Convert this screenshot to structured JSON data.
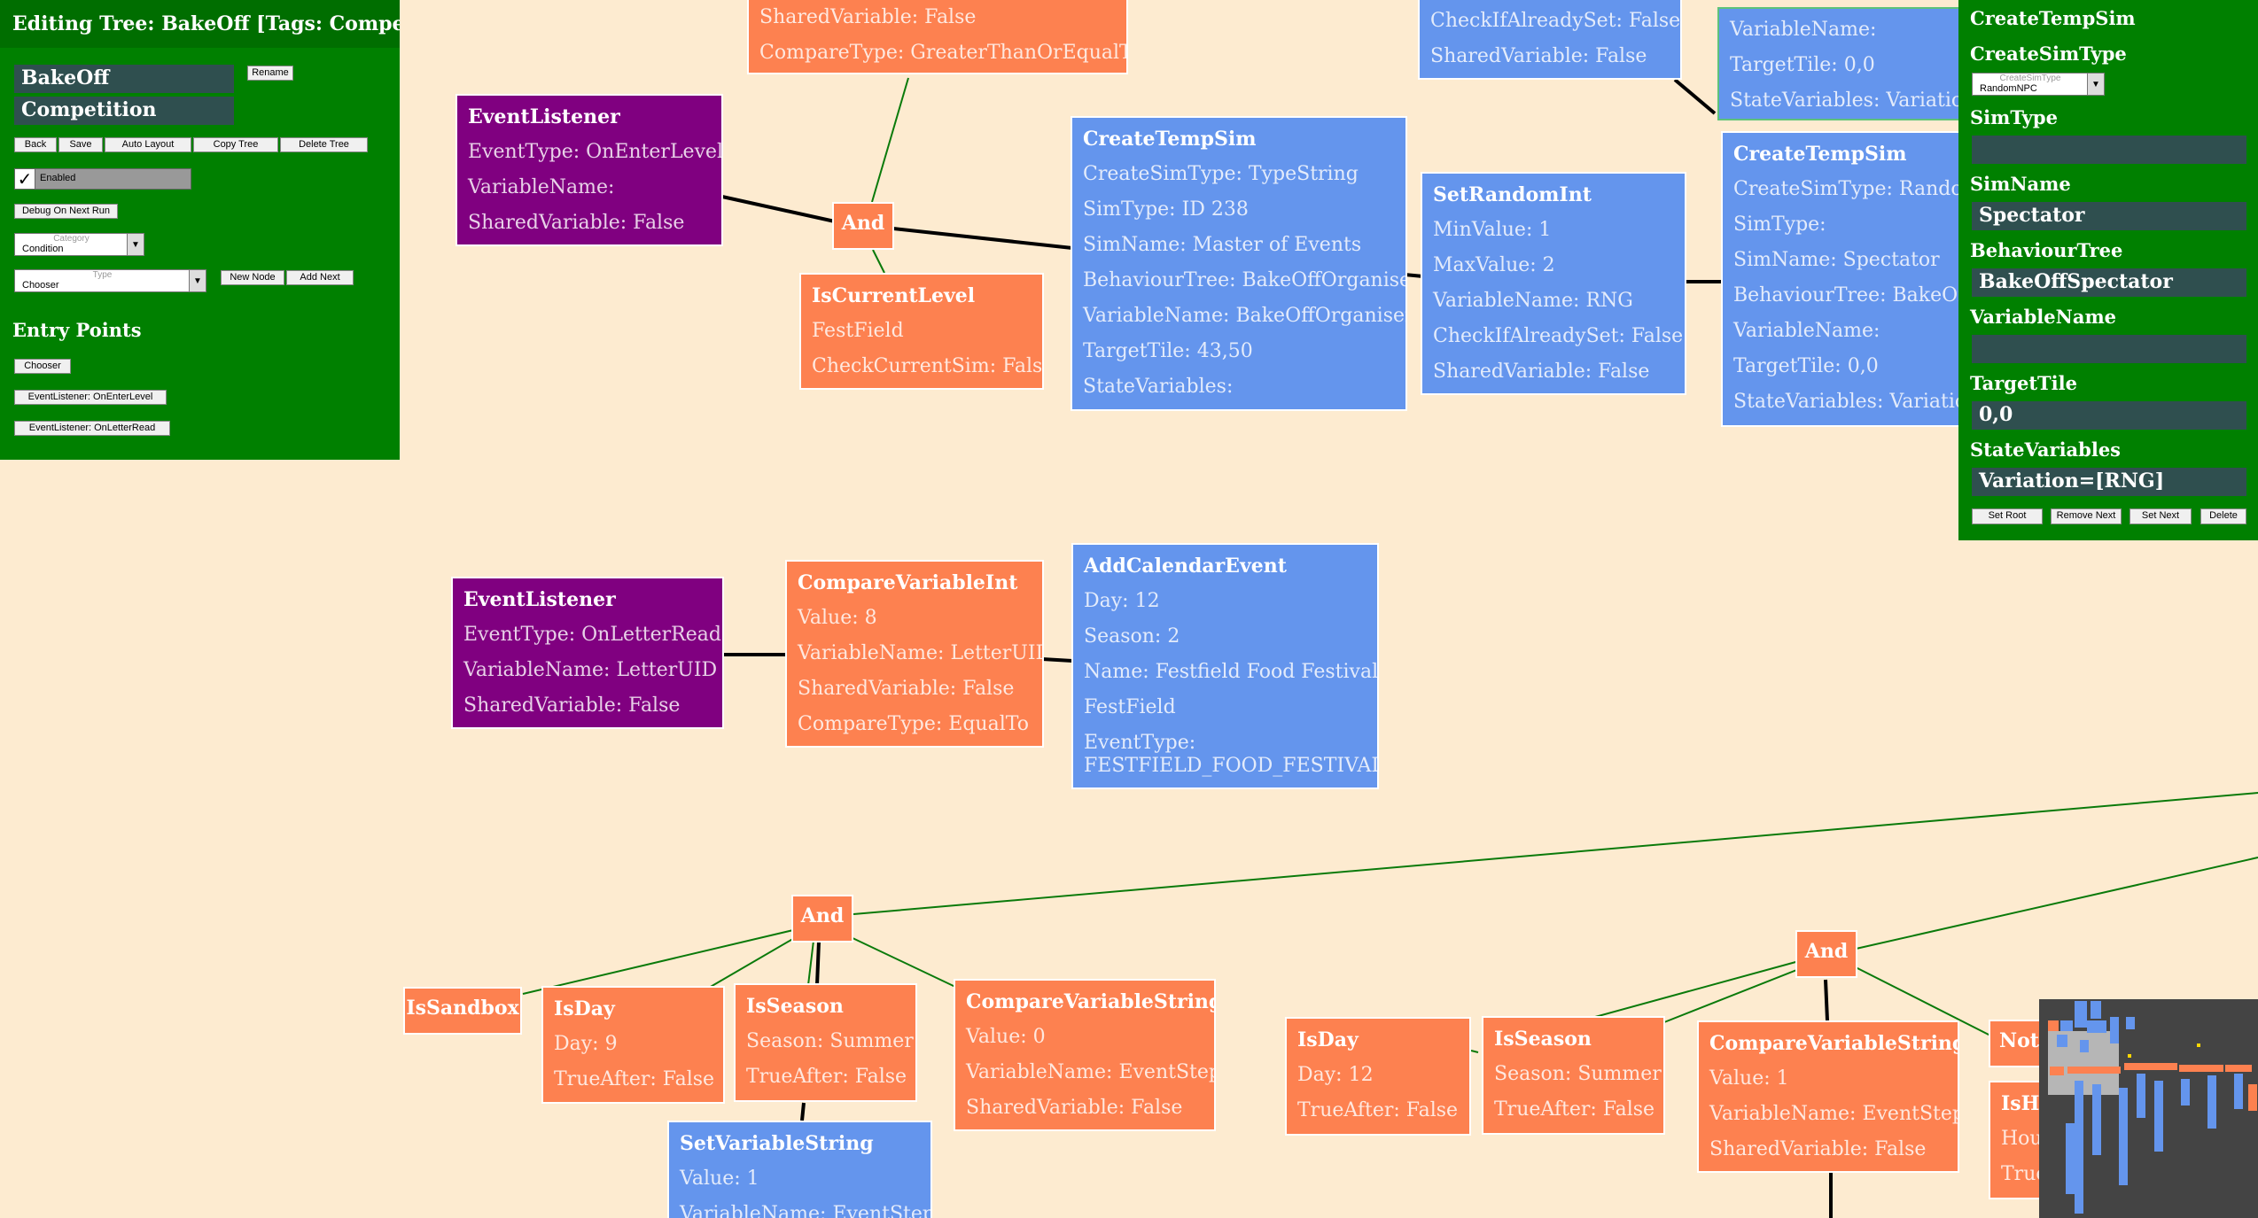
{
  "left_panel": {
    "title": "Editing Tree: BakeOff [Tags: Competition]",
    "tree_name": "BakeOff",
    "tag": "Competition",
    "rename_button": "Rename",
    "toolbar": [
      "Back",
      "Save",
      "Auto Layout",
      "Copy Tree",
      "Delete Tree"
    ],
    "enabled_label": "Enabled",
    "debug_button": "Debug On Next Run",
    "category": {
      "placeholder": "Category",
      "value": "Condition"
    },
    "type": {
      "placeholder": "Type",
      "value": "Chooser"
    },
    "new_node_button": "New Node",
    "add_next_button": "Add Next",
    "entry_points_heading": "Entry Points",
    "entry_points": [
      "Chooser",
      "EventListener: OnEnterLevel",
      "EventListener: OnLetterRead"
    ]
  },
  "right_panel": {
    "title": "CreateTempSim",
    "create_sim_type_label": "CreateSimType",
    "create_sim_type_dropdown": {
      "placeholder": "CreateSimType",
      "value": "RandomNPC"
    },
    "sim_type_label": "SimType",
    "sim_type_value": "",
    "sim_name_label": "SimName",
    "sim_name_value": "Spectator",
    "behaviour_tree_label": "BehaviourTree",
    "behaviour_tree_value": "BakeOffSpectator",
    "variable_name_label": "VariableName",
    "variable_name_value": "",
    "target_tile_label": "TargetTile",
    "target_tile_value": "0,0",
    "state_variables_label": "StateVariables",
    "state_variables_value": "Variation=[RNG]",
    "buttons": [
      "Set Root",
      "Remove Next",
      "Set Next",
      "Delete"
    ]
  },
  "nodes": {
    "top_partial": {
      "lines": [
        "SharedVariable: False",
        "CompareType: GreaterThanOrEqualTo"
      ]
    },
    "top_blue_partial": {
      "lines": [
        "CheckIfAlreadySet: False",
        "SharedVariable: False"
      ]
    },
    "top_right_partial": {
      "lines": [
        "VariableName:",
        "TargetTile: 0,0",
        "StateVariables: Variation="
      ]
    },
    "event_listener_1": {
      "title": "EventListener",
      "lines": [
        "EventType: OnEnterLevel",
        "VariableName:",
        "SharedVariable: False"
      ]
    },
    "and_1": {
      "title": "And"
    },
    "is_current_level": {
      "title": "IsCurrentLevel",
      "lines": [
        "FestField",
        "CheckCurrentSim: False"
      ]
    },
    "create_temp_sim_1": {
      "title": "CreateTempSim",
      "lines": [
        "CreateSimType: TypeString",
        "SimType: ID 238",
        "SimName: Master of Events",
        "BehaviourTree: BakeOffOrganiser",
        "VariableName: BakeOffOrganiser",
        "TargetTile: 43,50",
        "StateVariables:"
      ]
    },
    "set_random_int": {
      "title": "SetRandomInt",
      "lines": [
        "MinValue: 1",
        "MaxValue: 2",
        "VariableName: RNG",
        "CheckIfAlreadySet: False",
        "SharedVariable: False"
      ]
    },
    "create_temp_sim_2": {
      "title": "CreateTempSim",
      "lines": [
        "CreateSimType: RandomNPC",
        "SimType:",
        "SimName: Spectator",
        "BehaviourTree: BakeOffSpectator",
        "VariableName:",
        "TargetTile: 0,0",
        "StateVariables: Variation=[RNG]"
      ]
    },
    "event_listener_2": {
      "title": "EventListener",
      "lines": [
        "EventType: OnLetterRead",
        "VariableName: LetterUID",
        "SharedVariable: False"
      ]
    },
    "compare_variable_int": {
      "title": "CompareVariableInt",
      "lines": [
        "Value: 8",
        "VariableName: LetterUID",
        "SharedVariable: False",
        "CompareType: EqualTo"
      ]
    },
    "add_calendar_event": {
      "title": "AddCalendarEvent",
      "lines": [
        "Day: 12",
        "Season: 2",
        "Name: Festfield Food Festival",
        "FestField",
        "EventType:"
      ],
      "extra": "FESTFIELD_FOOD_FESTIVAL"
    },
    "and_2": {
      "title": "And"
    },
    "is_sandbox": {
      "title": "IsSandbox"
    },
    "is_day_1": {
      "title": "IsDay",
      "lines": [
        "Day: 9",
        "TrueAfter: False"
      ]
    },
    "is_season_1": {
      "title": "IsSeason",
      "lines": [
        "Season: Summer",
        "TrueAfter: False"
      ]
    },
    "compare_variable_string_1": {
      "title": "CompareVariableString",
      "lines": [
        "Value: 0",
        "VariableName: EventStep",
        "SharedVariable: False"
      ]
    },
    "set_variable_string": {
      "title": "SetVariableString",
      "lines": [
        "Value: 1",
        "VariableName: EventStep"
      ]
    },
    "and_3": {
      "title": "And"
    },
    "is_day_2": {
      "title": "IsDay",
      "lines": [
        "Day: 12",
        "TrueAfter: False"
      ]
    },
    "is_season_2": {
      "title": "IsSeason",
      "lines": [
        "Season: Summer",
        "TrueAfter: False"
      ]
    },
    "compare_variable_string_2": {
      "title": "CompareVariableString",
      "lines": [
        "Value: 1",
        "VariableName: EventStep",
        "SharedVariable: False"
      ]
    },
    "not_node": {
      "title": "Not"
    },
    "is_hour_partial": {
      "title": "IsHo",
      "lines": [
        "Hour",
        "True"
      ]
    }
  },
  "colors": {
    "background": "#fdebd0",
    "panel": "#008000",
    "orange": "#fd8150",
    "blue": "#6495ed",
    "purple": "#800080",
    "field": "#2f4f4f"
  }
}
